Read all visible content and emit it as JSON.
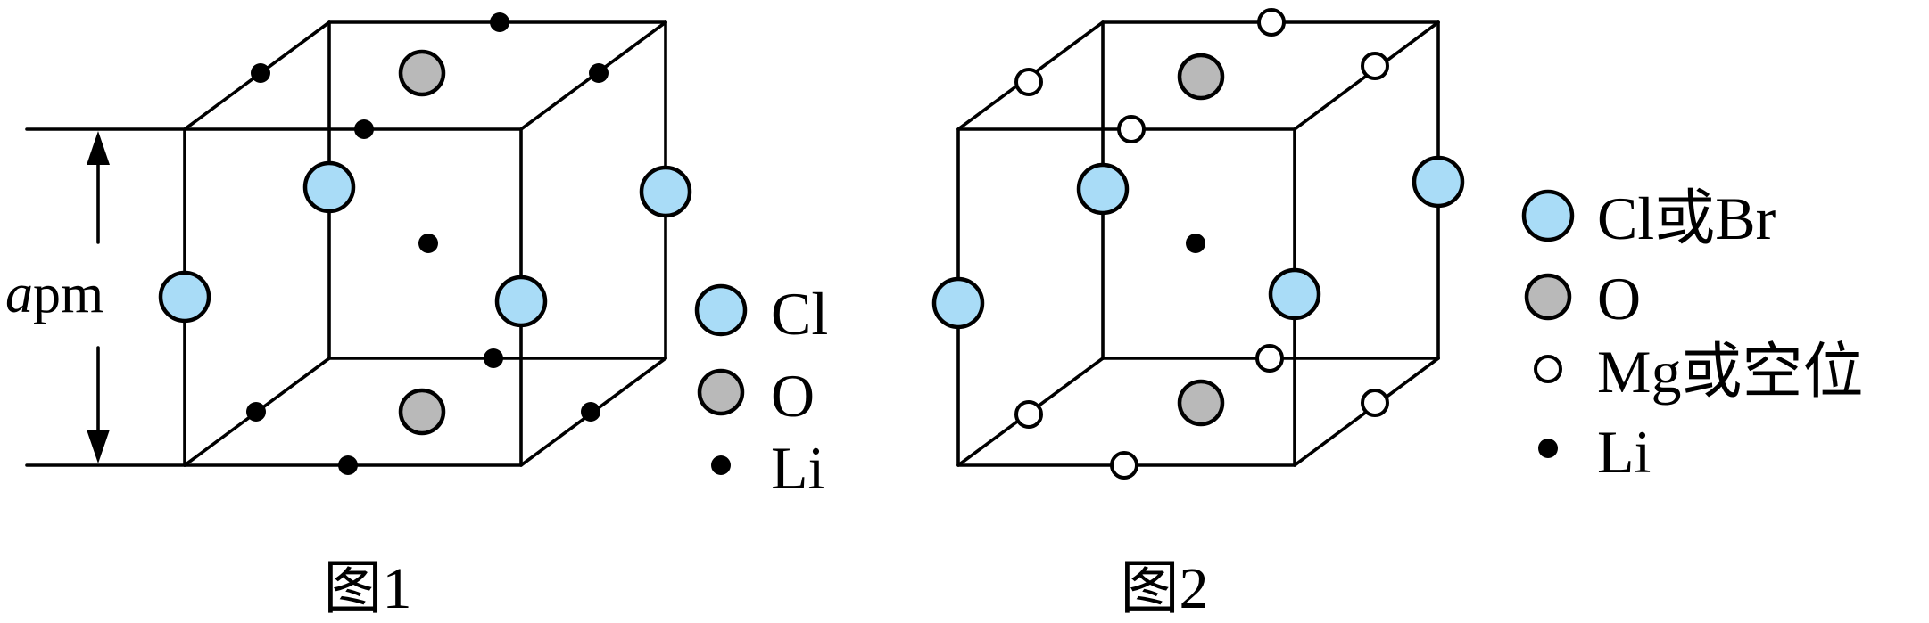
{
  "figure1": {
    "caption": "图1",
    "dimension": {
      "italic": "a",
      "rest": "pm"
    },
    "legend": {
      "cl": "Cl",
      "o": "O",
      "li": "Li"
    }
  },
  "figure2": {
    "caption": "图2",
    "legend": {
      "cl": "Cl或Br",
      "o": "O",
      "mg": "Mg或空位",
      "li": "Li"
    }
  },
  "colors": {
    "cl_fill": "#a9dcf7",
    "o_fill": "#b9b9b9",
    "li_fill": "#000000",
    "mg_fill": "#ffffff"
  }
}
